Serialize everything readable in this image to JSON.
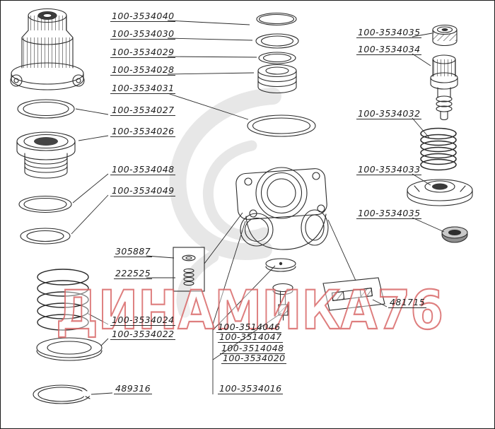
{
  "watermark": "ДИНАМИКА76",
  "colors": {
    "line": "#2b2b2b",
    "watermark_stroke": "#d96868",
    "watermark_fill": "rgba(255,255,255,0.5)"
  },
  "labels": {
    "p3534040": "100-3534040",
    "p3534030": "100-3534030",
    "p3534029": "100-3534029",
    "p3534028": "100-3534028",
    "p3534031": "100-3534031",
    "p3534027": "100-3534027",
    "p3534026": "100-3534026",
    "p3534048": "100-3534048",
    "p3534049": "100-3534049",
    "p305887": "305887",
    "p222525": "222525",
    "p3534024": "100-3534024",
    "p3534022": "100-3534022",
    "p489316": "489316",
    "p3514046": "100-3514046",
    "p3514047": "100-3514047",
    "p3514048": "100-3514048",
    "p3534020": "100-3534020",
    "p3534016": "100-3534016",
    "p481715": "481715",
    "p3534035_top": "100-3534035",
    "p3534034": "100-3534034",
    "p3534032": "100-3534032",
    "p3534033": "100-3534033",
    "p3534035_bottom": "100-3534035"
  }
}
